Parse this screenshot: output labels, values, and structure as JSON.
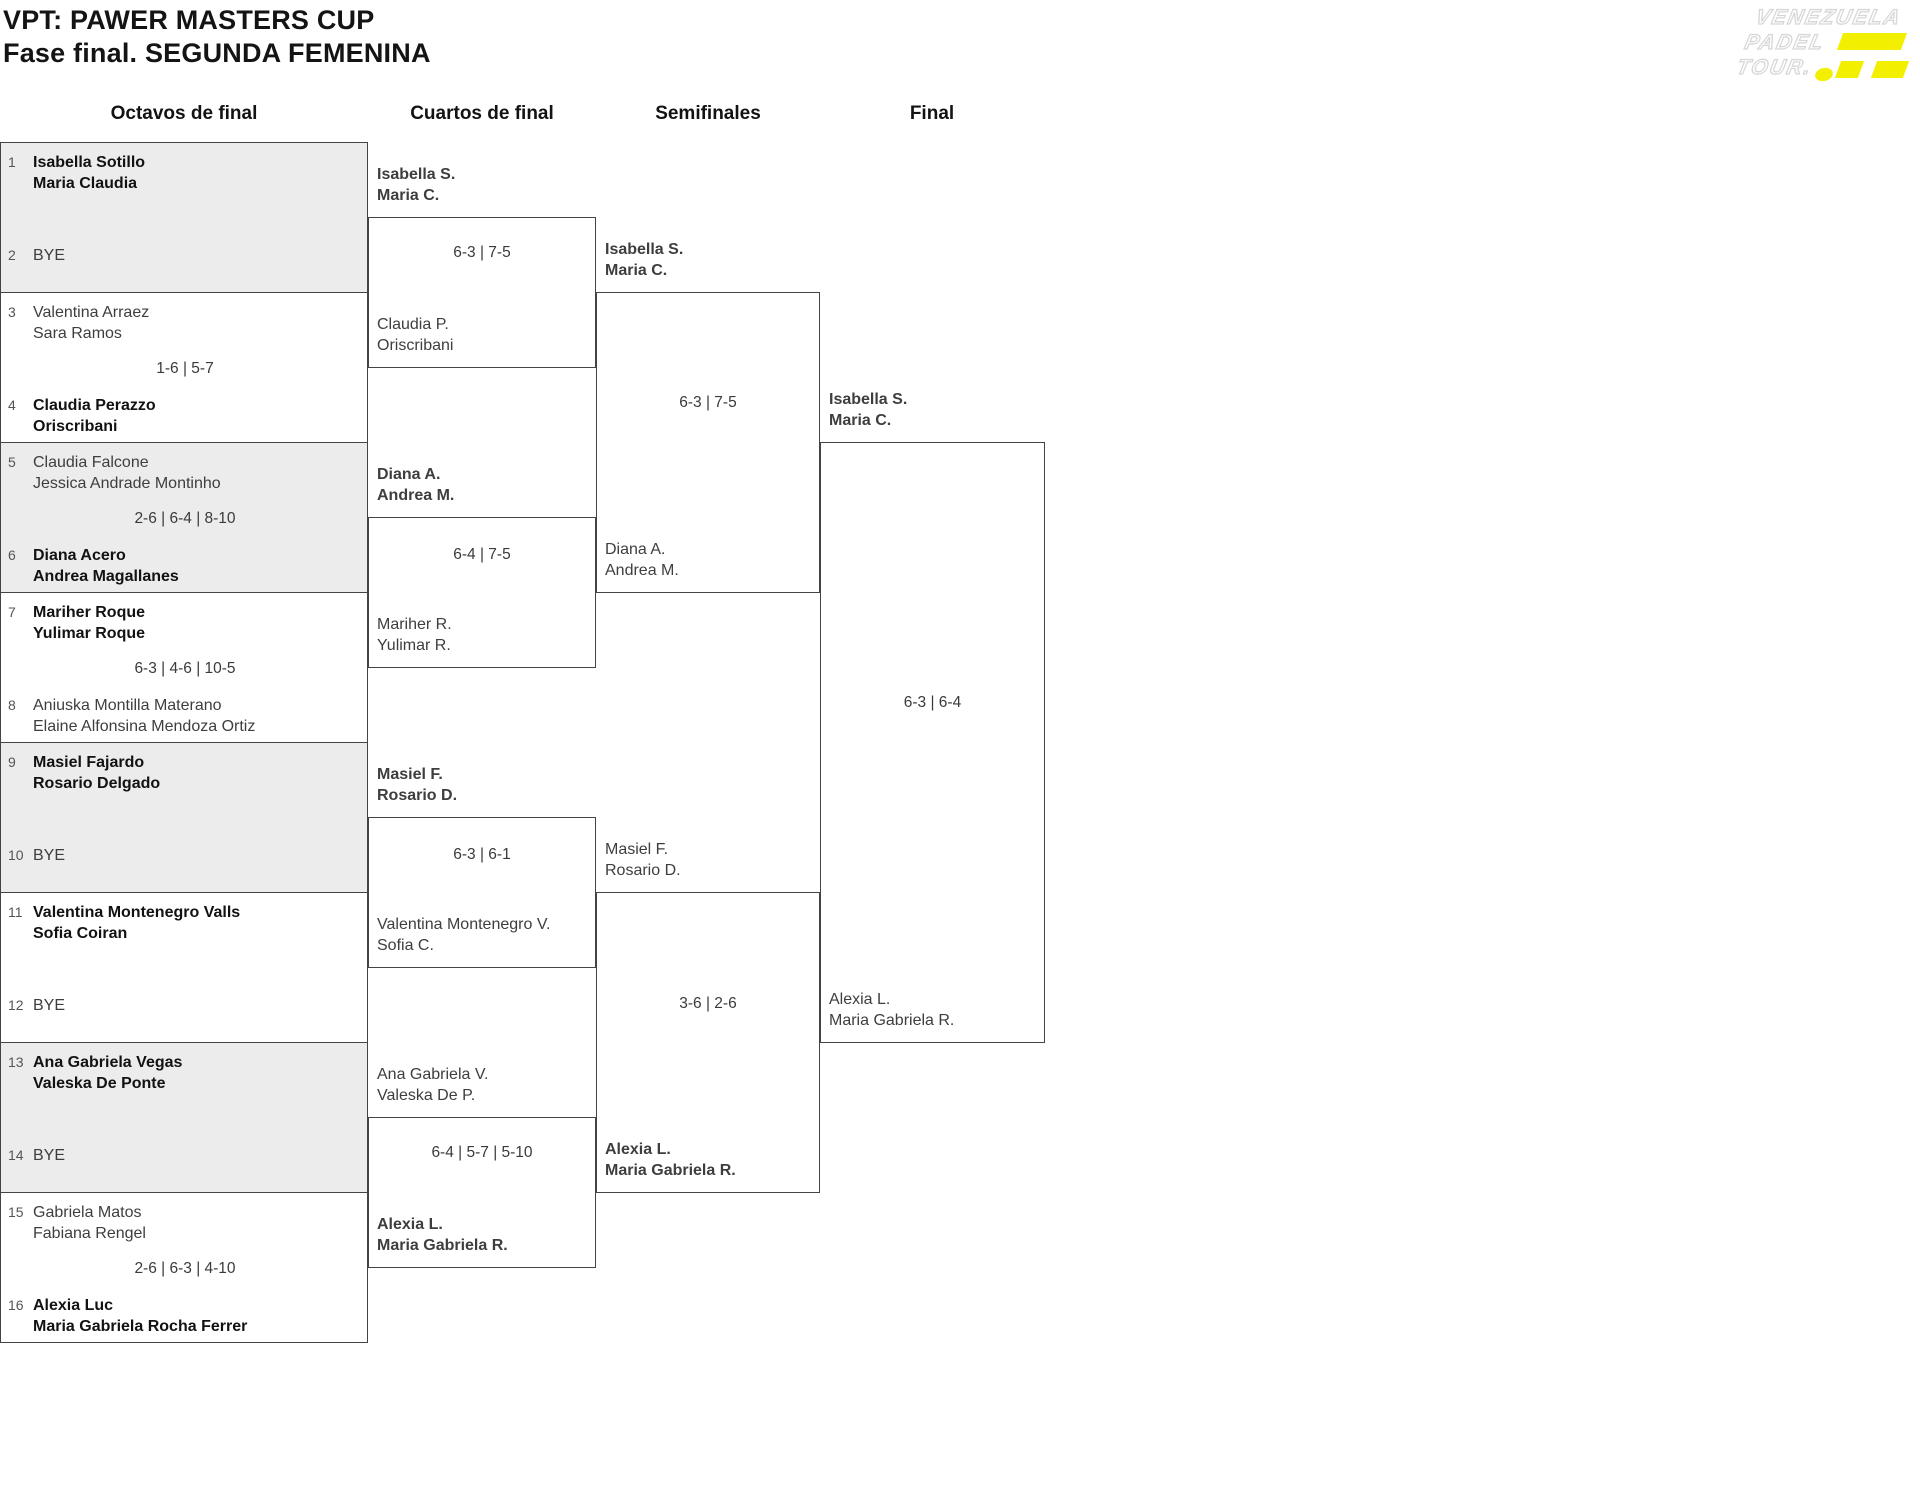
{
  "title": {
    "line1": "VPT: PAWER MASTERS CUP",
    "line2": "Fase final. SEGUNDA FEMENINA"
  },
  "logo": {
    "line1": "VENEZUELA",
    "line2": "PADEL",
    "line3": "TOUR.",
    "yellow": "#f3ef00"
  },
  "columns": [
    "Octavos de final",
    "Cuartos de final",
    "Semifinales",
    "Final"
  ],
  "colors": {
    "box_gray": "#ececec",
    "line": "#444444",
    "winner_text": "#121212",
    "loser_text": "#3e3e3e"
  },
  "r16": [
    {
      "s1": "1",
      "t1a": "Isabella Sotillo",
      "t1b": "Maria Claudia",
      "s2": "2",
      "t2a": "BYE",
      "t2b": "",
      "score": ""
    },
    {
      "s1": "3",
      "t1a": "Valentina Arraez",
      "t1b": "Sara Ramos",
      "s2": "4",
      "t2a": "Claudia Perazzo",
      "t2b": "Oriscribani",
      "score": "1-6 | 5-7"
    },
    {
      "s1": "5",
      "t1a": "Claudia Falcone",
      "t1b": "Jessica Andrade Montinho",
      "s2": "6",
      "t2a": "Diana Acero",
      "t2b": "Andrea Magallanes",
      "score": "2-6 | 6-4 | 8-10"
    },
    {
      "s1": "7",
      "t1a": "Mariher Roque",
      "t1b": "Yulimar Roque",
      "s2": "8",
      "t2a": "Aniuska Montilla Materano",
      "t2b": "Elaine Alfonsina Mendoza Ortiz",
      "score": "6-3 | 4-6 | 10-5"
    },
    {
      "s1": "9",
      "t1a": "Masiel Fajardo",
      "t1b": "Rosario Delgado",
      "s2": "10",
      "t2a": "BYE",
      "t2b": "",
      "score": ""
    },
    {
      "s1": "11",
      "t1a": "Valentina Montenegro Valls",
      "t1b": "Sofia Coiran",
      "s2": "12",
      "t2a": "BYE",
      "t2b": "",
      "score": ""
    },
    {
      "s1": "13",
      "t1a": "Ana Gabriela Vegas",
      "t1b": "Valeska De Ponte",
      "s2": "14",
      "t2a": "BYE",
      "t2b": "",
      "score": ""
    },
    {
      "s1": "15",
      "t1a": "Gabriela Matos",
      "t1b": "Fabiana Rengel",
      "s2": "16",
      "t2a": "Alexia Luc",
      "t2b": "Maria Gabriela Rocha Ferrer",
      "score": "2-6 | 6-3 | 4-10"
    }
  ],
  "qf": [
    {
      "t1a": "Isabella S.",
      "t1b": "Maria C.",
      "t2a": "Claudia P.",
      "t2b": "Oriscribani",
      "score": "6-3 | 7-5"
    },
    {
      "t1a": "Diana A.",
      "t1b": "Andrea M.",
      "t2a": "Mariher R.",
      "t2b": "Yulimar R.",
      "score": "6-4 | 7-5"
    },
    {
      "t1a": "Masiel F.",
      "t1b": "Rosario D.",
      "t2a": "Valentina Montenegro V.",
      "t2b": "Sofia C.",
      "score": "6-3 | 6-1"
    },
    {
      "t1a": "Ana Gabriela V.",
      "t1b": "Valeska De P.",
      "t2a": "Alexia L.",
      "t2b": "Maria Gabriela R.",
      "score": "6-4 | 5-7 | 5-10"
    }
  ],
  "sf": [
    {
      "t1a": "Isabella S.",
      "t1b": "Maria C.",
      "t2a": "Diana A.",
      "t2b": "Andrea M.",
      "score": "6-3 | 7-5"
    },
    {
      "t1a": "Masiel F.",
      "t1b": "Rosario D.",
      "t2a": "Alexia L.",
      "t2b": "Maria Gabriela R.",
      "score": "3-6 | 2-6"
    }
  ],
  "final": {
    "t1a": "Isabella S.",
    "t1b": "Maria C.",
    "t2a": "Alexia L.",
    "t2b": "Maria Gabriela R.",
    "score": "6-3 | 6-4"
  }
}
